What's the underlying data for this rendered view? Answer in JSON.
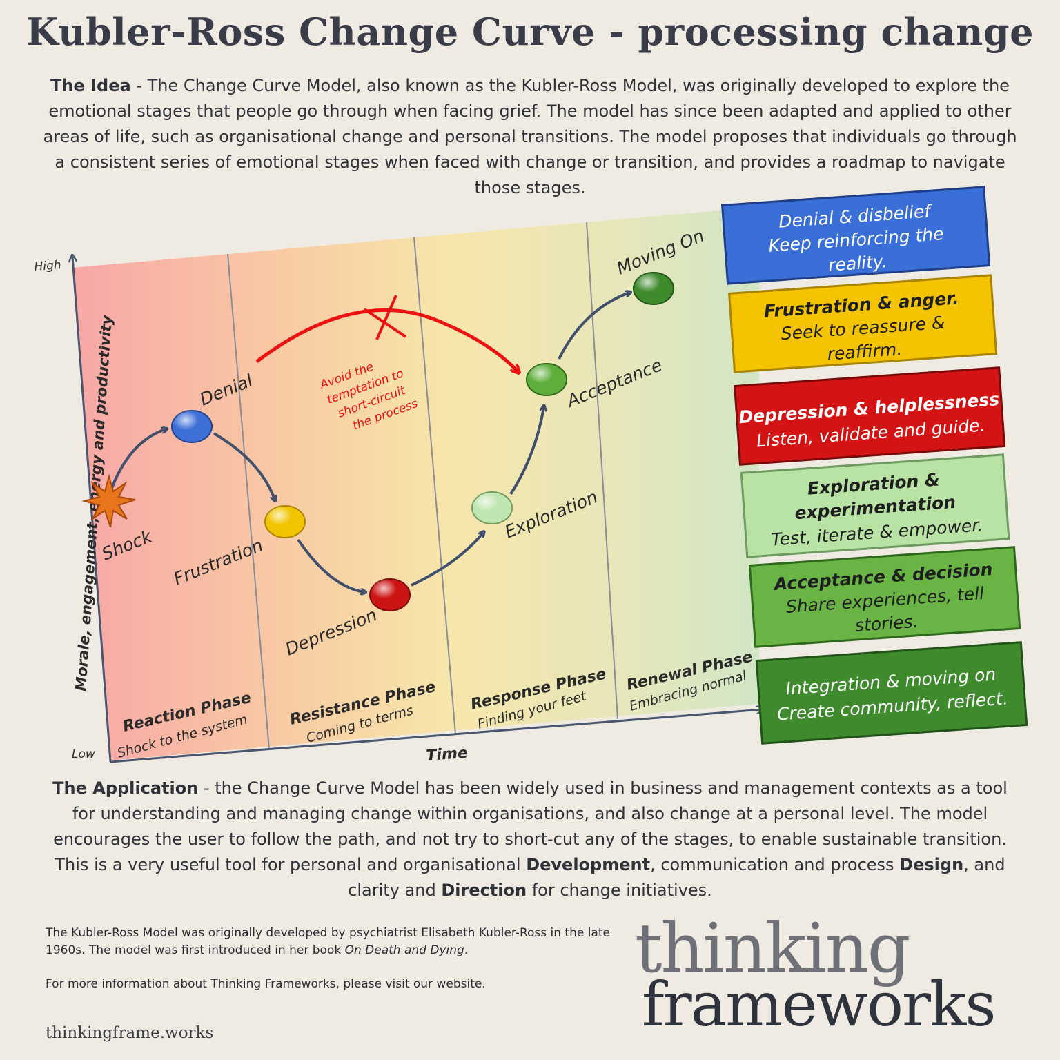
{
  "title": "Kubler-Ross Change Curve - processing change",
  "idea": {
    "label": "The Idea",
    "text": " - The Change Curve Model, also known as the Kubler-Ross Model, was originally developed to explore the emotional stages that people go through when facing grief. The model has since been adapted and applied to other areas of life, such as organisational change and personal transitions. The model proposes that individuals go through a consistent series of emotional stages when faced with change or transition, and provides a roadmap to navigate those stages."
  },
  "diagram": {
    "y_axis": {
      "label": "Morale, engagement, energy and productivity",
      "high": "High",
      "low": "Low"
    },
    "x_axis": {
      "label": "Time"
    },
    "phases": [
      {
        "name": "Reaction Phase",
        "sub": "Shock to the system"
      },
      {
        "name": "Resistance Phase",
        "sub": "Coming to terms"
      },
      {
        "name": "Response Phase",
        "sub": "Finding your feet"
      },
      {
        "name": "Renewal Phase",
        "sub": "Embracing normal"
      }
    ],
    "stages": [
      {
        "label": "Shock",
        "color": "#e8741c"
      },
      {
        "label": "Denial",
        "color": "#3d6fd6"
      },
      {
        "label": "Frustration",
        "color": "#f2c400"
      },
      {
        "label": "Depression",
        "color": "#cc1414"
      },
      {
        "label": "Exploration",
        "color": "#bfe6b0"
      },
      {
        "label": "Acceptance",
        "color": "#5fae3c"
      },
      {
        "label": "Moving On",
        "color": "#3f8a2c"
      }
    ],
    "shortcut_note": [
      "Avoid the",
      "temptation to",
      "short-circuit",
      "the process"
    ],
    "shortcut_color": "#ee1111"
  },
  "cards": [
    {
      "title": "Denial & disbelief",
      "lines": [
        "Keep reinforcing the",
        "reality."
      ],
      "color": "#3a6fd8",
      "text_color": "#ffffff"
    },
    {
      "title": "Frustration & anger.",
      "lines": [
        "Seek to reassure &",
        "reaffirm."
      ],
      "color": "#f4c400",
      "text_color": "#1e1e1e"
    },
    {
      "title": "Depression & helplessness",
      "lines": [
        "Listen, validate and guide."
      ],
      "color": "#d41414",
      "text_color": "#ffffff"
    },
    {
      "title": "Exploration &",
      "lines": [
        "experimentation",
        "Test, iterate & empower."
      ],
      "color": "#b8e3a4",
      "text_color": "#1e1e1e"
    },
    {
      "title": "Acceptance & decision",
      "lines": [
        "Share experiences, tell",
        "stories."
      ],
      "color": "#6ab445",
      "text_color": "#1e1e1e"
    },
    {
      "title": "Integration & moving on",
      "lines": [
        "Create community, reflect."
      ],
      "color": "#3e8a2c",
      "text_color": "#ffffff"
    }
  ],
  "application": {
    "label": "The Application",
    "text1": " - the Change Curve Model has been widely used in business and management contexts as a tool for understanding and managing change within organisations, and also change at a personal level. The model encourages the user to follow the path, and not try to short-cut any of the stages, to enable sustainable transition. This is a very useful tool for personal and organisational ",
    "bold1": "Development",
    "text2": ", communication and process ",
    "bold2": "Design",
    "text3": ", and clarity and ",
    "bold3": "Direction",
    "text4": " for change initiatives."
  },
  "footnote": {
    "line1": "The Kubler-Ross Model was originally developed by psychiatrist Elisabeth Kubler-Ross in the late 1960s. The model was first introduced in her book ",
    "book": "On Death and Dying",
    "line1_end": ".",
    "line2": "For more information about Thinking Frameworks, please visit our website."
  },
  "website": "thinkingframe.works",
  "logo": {
    "line1": "thinking",
    "line2": "frameworks"
  }
}
